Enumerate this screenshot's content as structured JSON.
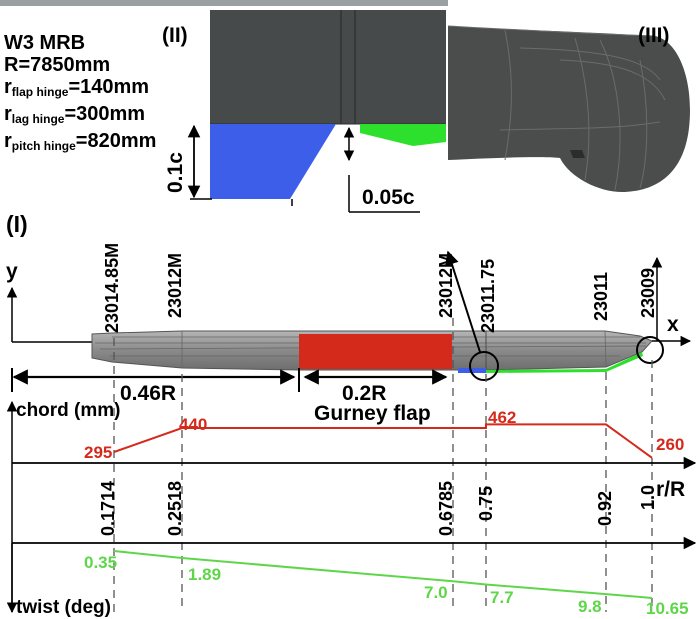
{
  "panel_labels": {
    "detail": "(II)",
    "tip": "(III)",
    "main": "(I)"
  },
  "specs": {
    "name": "W3 MRB",
    "radius": "R=7850mm",
    "flap_hinge_r": "r",
    "flap_hinge_sub": "flap hinge",
    "flap_hinge_val": "=140mm",
    "lag_hinge_r": "r",
    "lag_hinge_sub": "lag hinge",
    "lag_hinge_val": "=300mm",
    "pitch_hinge_r": "r",
    "pitch_hinge_sub": "pitch hinge",
    "pitch_hinge_val": "=820mm"
  },
  "detail_dims": {
    "height": "0.1c",
    "depth": "0.05c"
  },
  "axes": {
    "y": "y",
    "x": "x",
    "chord": "chord (mm)",
    "r_over_R": "r/R",
    "twist": "twist (deg)"
  },
  "airfoils": [
    "23014.85M",
    "23012M",
    "23012M",
    "23011.75",
    "23011",
    "23009"
  ],
  "spans": {
    "inboard": "0.46R",
    "flap": "0.2R",
    "flap_name": "Gurney flap"
  },
  "stations": [
    "0.1714",
    "0.2518",
    "0.6785",
    "0.75",
    "0.92",
    "1.0"
  ],
  "chord_values": [
    "295",
    "440",
    "462",
    "260"
  ],
  "twist_values": [
    "0.35",
    "1.89",
    "7.0",
    "7.7",
    "9.8",
    "10.65"
  ],
  "colors": {
    "blade": "#8c8c8c",
    "gurney": "#d42a1c",
    "chord": "#d42a1c",
    "twist": "#5fd64a",
    "green_flap": "#2ee02e",
    "blue_flap": "#3d5ee8",
    "dark": "#474a4a"
  }
}
